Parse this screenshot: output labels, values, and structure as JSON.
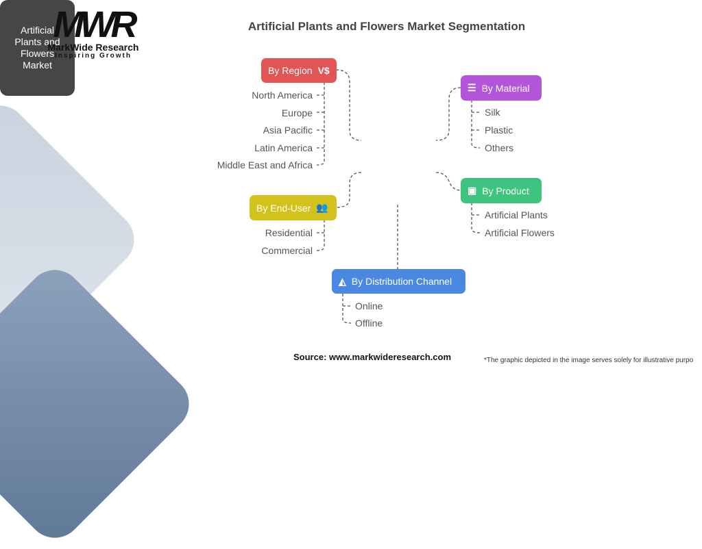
{
  "logo": {
    "mark": "MWR",
    "name": "MarkWide Research",
    "tagline": "Inspiring Growth"
  },
  "title": "Artificial Plants and Flowers Market Segmentation",
  "center": "Artificial Plants and Flowers Market",
  "segments": {
    "region": {
      "label": "By Region",
      "icon": "vs-icon",
      "color": "#e25555",
      "items": [
        "North America",
        "Europe",
        "Asia Pacific",
        "Latin America",
        "Middle East and Africa"
      ]
    },
    "material": {
      "label": "By Material",
      "icon": "layers-icon",
      "color": "#b255d8",
      "items": [
        "Silk",
        "Plastic",
        "Others"
      ]
    },
    "product": {
      "label": "By Product",
      "icon": "product-icon",
      "color": "#3fc47f",
      "items": [
        "Artificial Plants",
        "Artificial Flowers"
      ]
    },
    "enduser": {
      "label": "By End-User",
      "icon": "users-icon",
      "color": "#d3c21b",
      "items": [
        "Residential",
        "Commercial"
      ]
    },
    "distribution": {
      "label": "By Distribution Channel",
      "icon": "megaphone-icon",
      "color": "#4a88e2",
      "items": [
        "Online",
        "Offline"
      ]
    }
  },
  "footer": {
    "source": "Source: www.markwideresearch.com",
    "note": "*The graphic depicted in the image serves solely for illustrative purpo"
  }
}
